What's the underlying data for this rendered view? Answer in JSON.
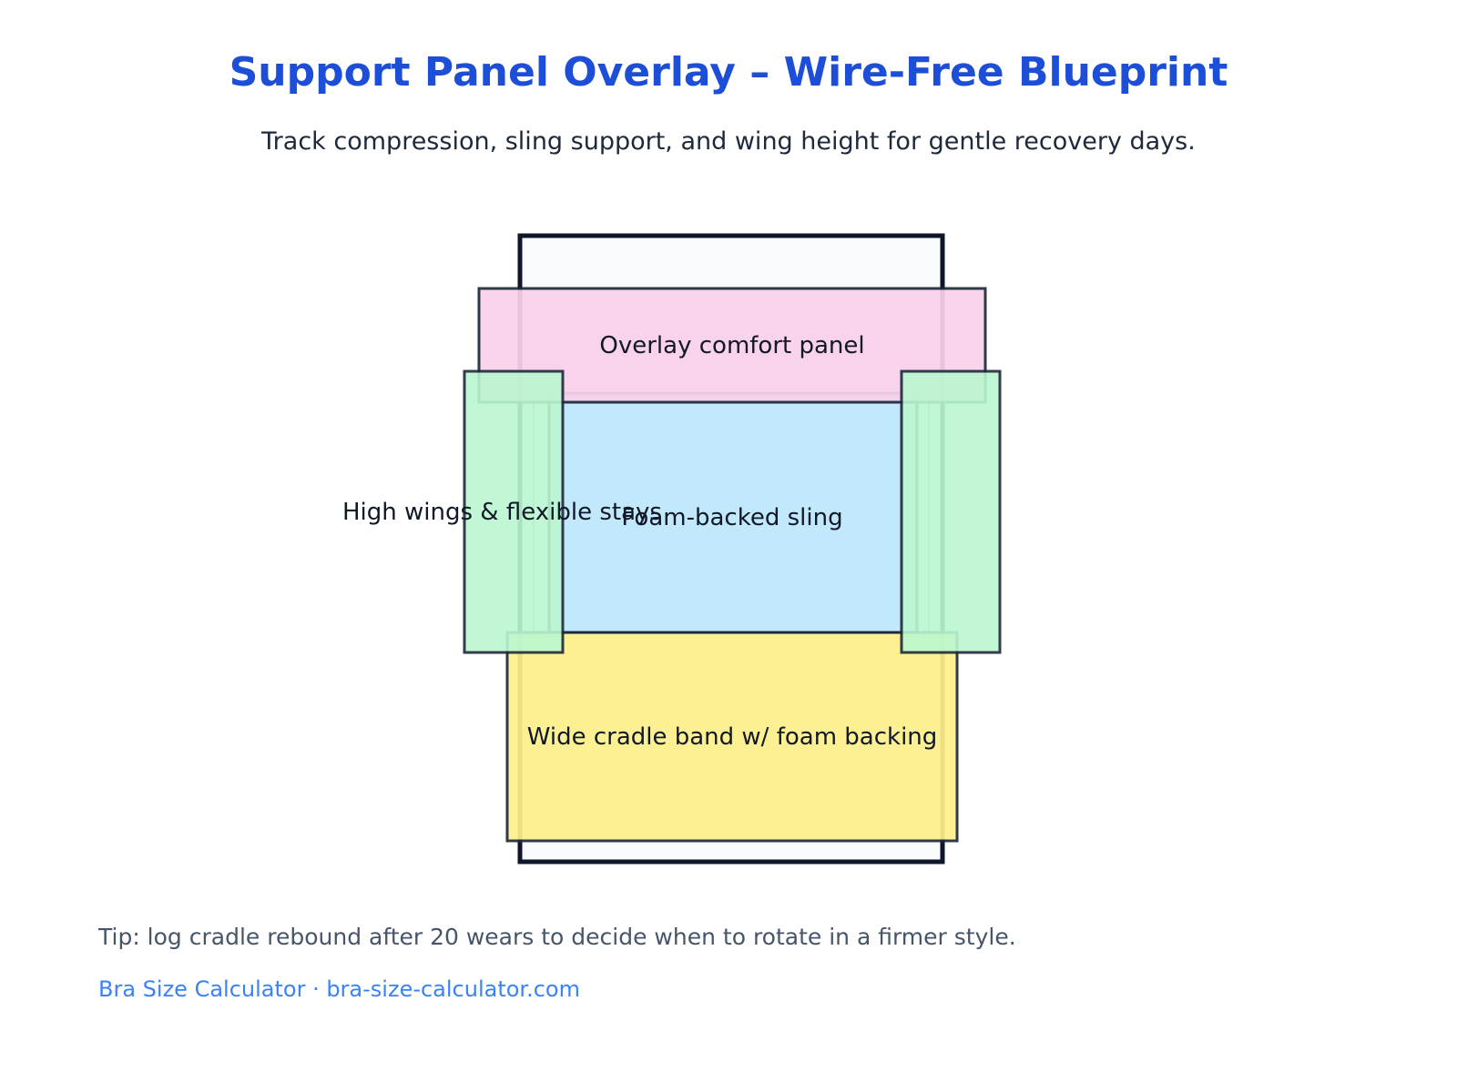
{
  "header": {
    "title": "Support Panel Overlay – Wire-Free Blueprint",
    "subtitle": "Track compression, sling support, and wing height for gentle recovery days."
  },
  "diagram": {
    "labels": {
      "overlay_panel": "Overlay comfort panel",
      "sling": "Foam-backed sling",
      "wings": "High wings & flexible stays",
      "cradle_band": "Wide cradle band w/ foam backing"
    },
    "colors": {
      "frame_fill": "#f8fafc",
      "frame_stroke": "#0f172a",
      "overlay_panel": "#f9d1ea",
      "sling": "#bfe8fb",
      "wings": "#bbf7d0",
      "cradle_band": "#fef08a",
      "panel_stroke": "#1e293b"
    }
  },
  "footer": {
    "tip": "Tip: log cradle rebound after 20 wears to decide when to rotate in a firmer style.",
    "brand": "Bra Size Calculator · bra-size-calculator.com"
  },
  "theme": {
    "title_color": "#1d4ed8",
    "subtitle_color": "#1e293b",
    "tip_color": "#475569",
    "link_color": "#3b82f6"
  }
}
